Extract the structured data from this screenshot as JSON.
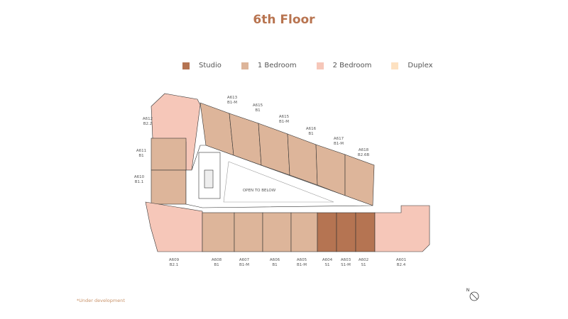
{
  "title": "6th Floor",
  "legend": [
    {
      "label": "Studio",
      "color": "#b57452"
    },
    {
      "label": "1 Bedroom",
      "color": "#ddb59a"
    },
    {
      "label": "2 Bedroom",
      "color": "#f6c7b9"
    },
    {
      "label": "Duplex",
      "color": "#fde1c1"
    }
  ],
  "plan": {
    "open_label": "OPEN TO BELOW",
    "units": [
      {
        "id": "A613",
        "type": "B1-M"
      },
      {
        "id": "A615",
        "type": "B1"
      },
      {
        "id": "A615",
        "type": "B1-M"
      },
      {
        "id": "A616",
        "type": "B1"
      },
      {
        "id": "A617",
        "type": "B1-M"
      },
      {
        "id": "A618",
        "type": "B2.6B"
      },
      {
        "id": "A612",
        "type": "B2.2"
      },
      {
        "id": "A611",
        "type": "B1"
      },
      {
        "id": "A610",
        "type": "B1.1"
      },
      {
        "id": "A609",
        "type": "B2.1"
      },
      {
        "id": "A608",
        "type": "B1"
      },
      {
        "id": "A607",
        "type": "B1-M"
      },
      {
        "id": "A606",
        "type": "B1"
      },
      {
        "id": "A605",
        "type": "B1-M"
      },
      {
        "id": "A604",
        "type": "S1"
      },
      {
        "id": "A603",
        "type": "S1-M"
      },
      {
        "id": "A602",
        "type": "S1"
      },
      {
        "id": "A601",
        "type": "B2.4"
      }
    ]
  },
  "compass": {
    "label": "N"
  },
  "footnote": "*Under development"
}
